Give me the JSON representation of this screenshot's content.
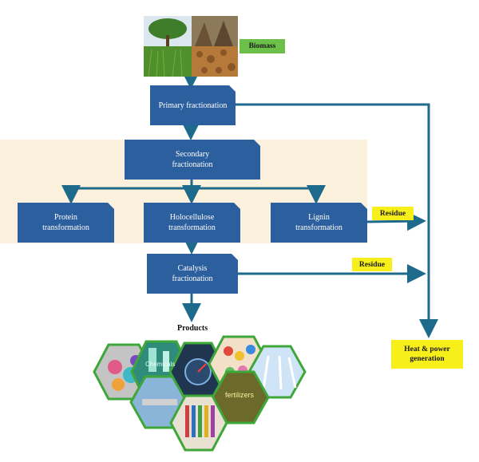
{
  "nodes": {
    "biomass": "Biomass",
    "primary": "Primary fractionation",
    "secondary": "Secondary fractionation",
    "protein": "Protein transformation",
    "holocellulose": "Holocellulose transformation",
    "lignin": "Lignin transformation",
    "catalysis": "Catalysis fractionation",
    "residue_1": "Residue",
    "residue_2": "Residue",
    "heat_power": "Heat & power generation",
    "products": "Products"
  },
  "product_images": {
    "chemicals_text": "Chemicals",
    "fertilizers_text": "fertilizers"
  },
  "colors": {
    "box": "#2c5f9e",
    "arrow": "#1d6a8d",
    "band": "#fbf1dc",
    "biomass_tag": "#6cc04a",
    "residue_tag": "#f7ef1a",
    "heat_tag": "#f7ef1a",
    "hex_border": "#3fa63a"
  }
}
